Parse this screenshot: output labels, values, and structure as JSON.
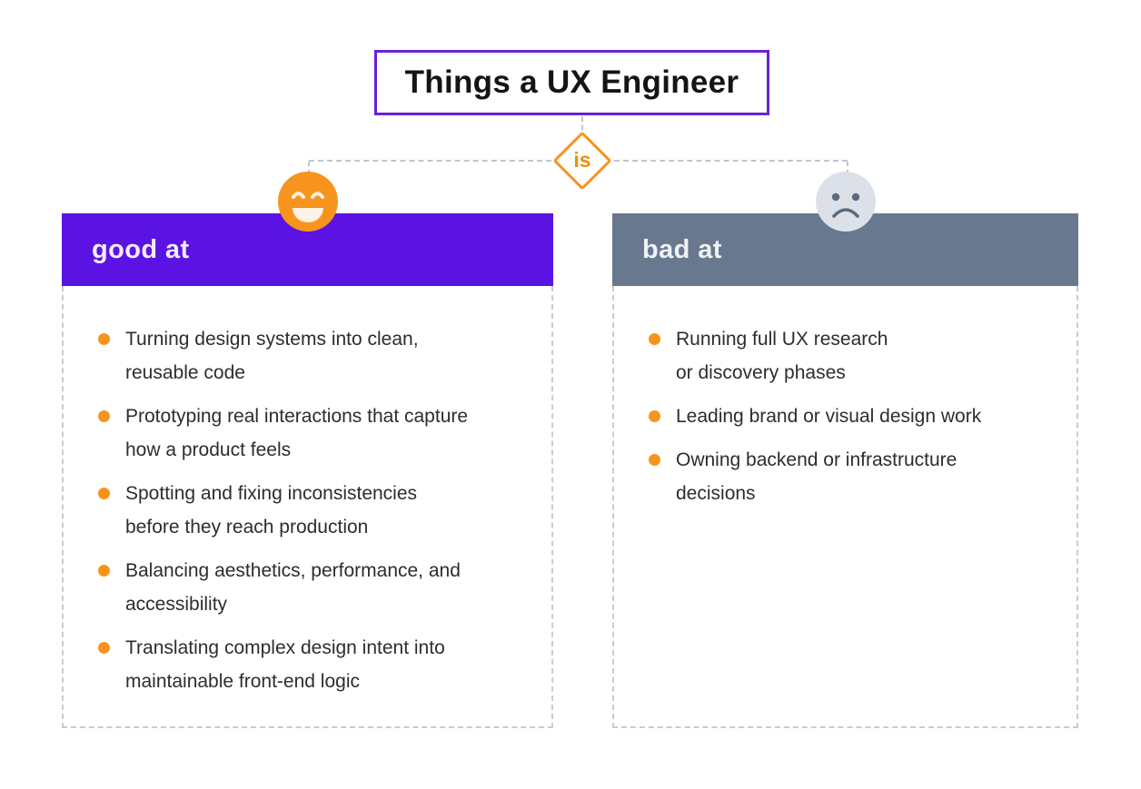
{
  "title": "Things a UX Engineer",
  "connector_label": "is",
  "columns": {
    "good": {
      "header": "good at",
      "items": [
        "Turning design systems into clean,\nreusable code",
        "Prototyping real interactions that capture\nhow a product feels",
        "Spotting and fixing inconsistencies\nbefore they reach production",
        "Balancing aesthetics, performance, and\naccessibility",
        "Translating complex design intent into\nmaintainable front-end logic"
      ]
    },
    "bad": {
      "header": "bad at",
      "items": [
        "Running full UX research\nor discovery phases",
        "Leading brand or visual design work",
        "Owning backend or infrastructure\ndecisions"
      ]
    }
  },
  "colors": {
    "accent_purple": "#5B13E3",
    "title_border_purple": "#6B21D8",
    "slate_gray": "#68798F",
    "orange": "#F7941D",
    "dash_gray": "#C0C6CD",
    "panel_border_gray": "#C7CCD4",
    "body_text": "#2B2D30",
    "background": "#FFFFFF"
  }
}
